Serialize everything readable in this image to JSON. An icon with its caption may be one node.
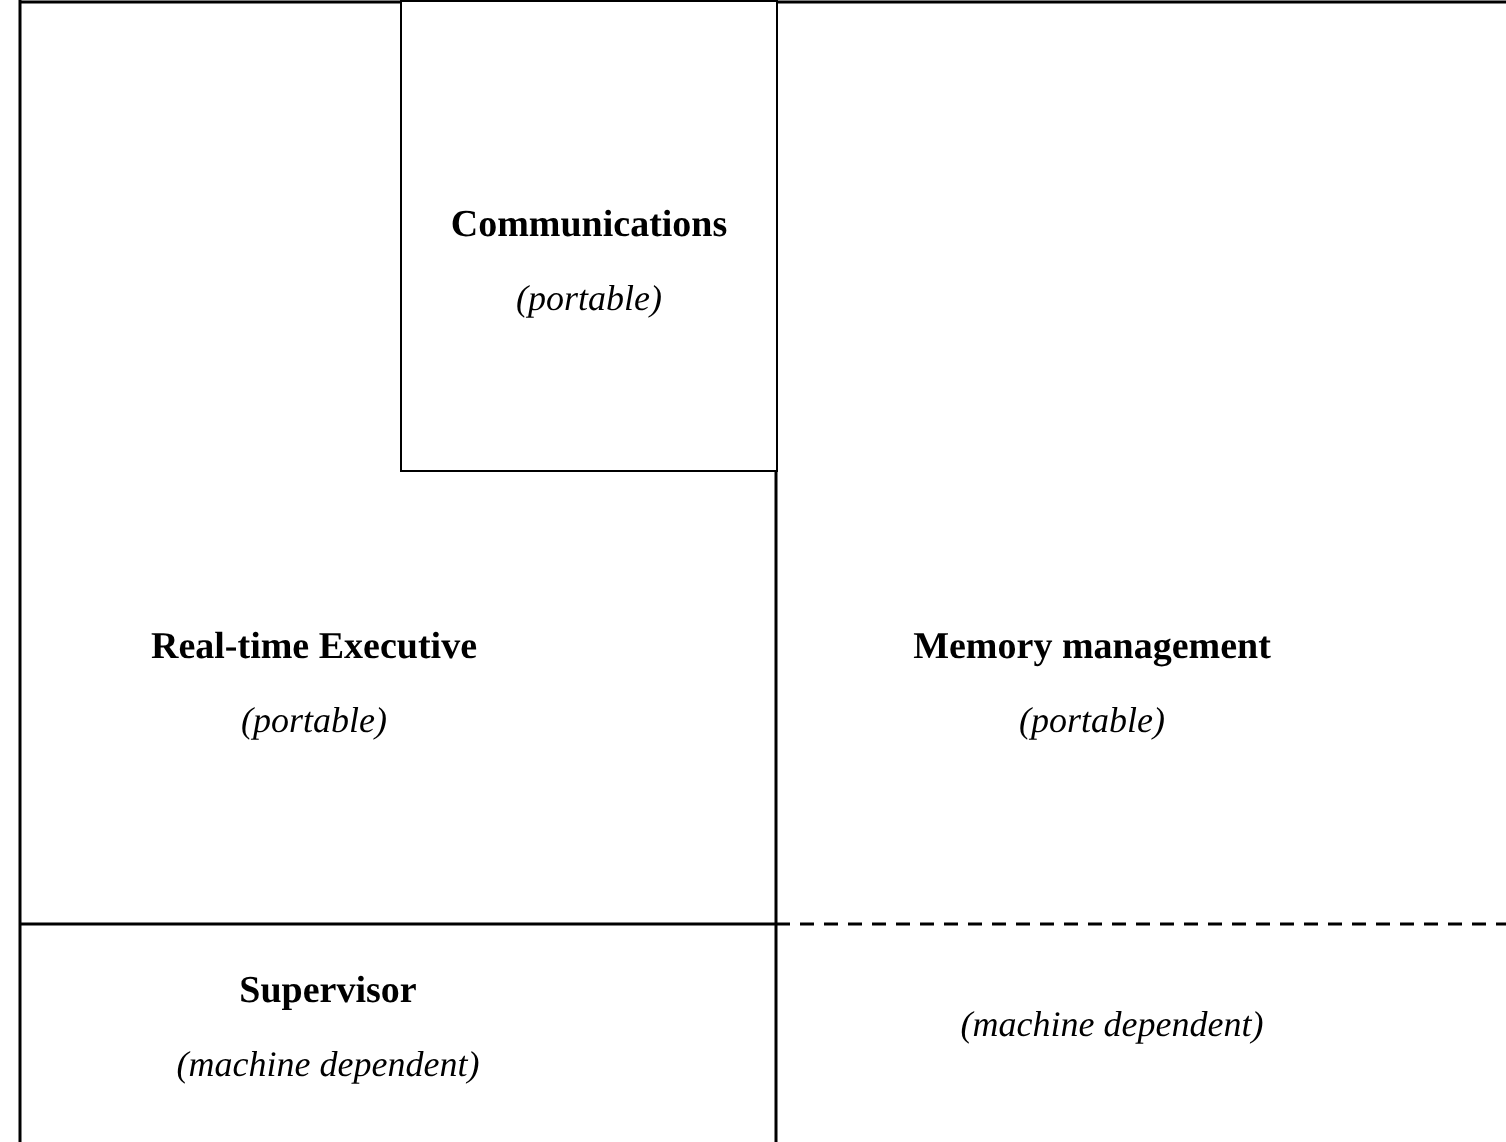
{
  "diagram": {
    "nodes": [
      {
        "text": [
          "Communications",
          "(portable)"
        ]
      },
      {
        "text": [
          "Real-time Executive",
          "(portable)"
        ]
      },
      {
        "text": [
          "Memory management",
          "(portable)"
        ]
      },
      {
        "text": [
          "Supervisor",
          "(machine dependent)"
        ]
      },
      {
        "text": [
          "(machine dependent)"
        ]
      }
    ]
  }
}
